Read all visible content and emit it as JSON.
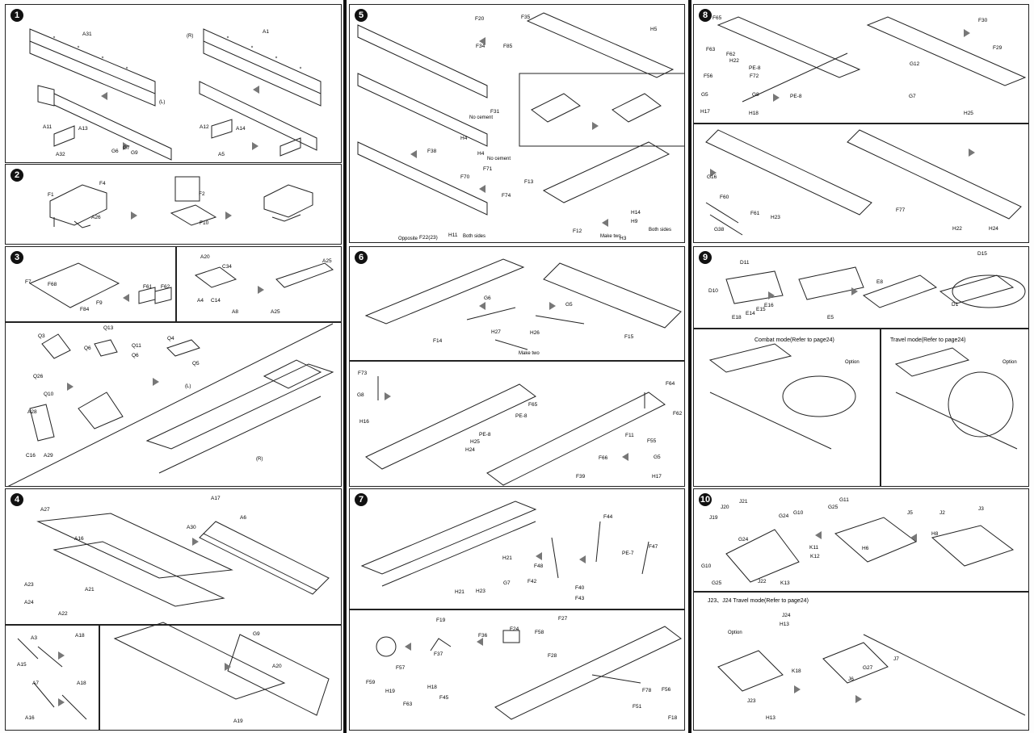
{
  "colors": {
    "ink": "#111111",
    "paper": "#ffffff",
    "arrow": "#777777"
  },
  "icons": {
    "step_badge": "filled-circle-number",
    "assembly_arrow": "gray-triangle-arrow",
    "option_marker": "filled-circle-dot"
  },
  "steps": [
    {
      "num": "1",
      "labels": [
        "A31",
        "A1",
        "A11",
        "A13",
        "A32",
        "G6",
        "G7",
        "G9",
        "A12",
        "A14",
        "A5"
      ],
      "notes": [
        "(L)",
        "(R)"
      ]
    },
    {
      "num": "2",
      "labels": [
        "F1",
        "F4",
        "A26",
        "F2",
        "F10"
      ]
    },
    {
      "num": "3",
      "labels": [
        "F7",
        "F68",
        "F84",
        "F9",
        "F61",
        "F62",
        "A20",
        "C34",
        "A4",
        "C14",
        "A8",
        "A25",
        "A25",
        "Q3",
        "Q13",
        "Q11",
        "Q6",
        "Q6",
        "Q4",
        "Q5",
        "Q26",
        "Q10",
        "A28",
        "C16",
        "A29"
      ],
      "notes": [
        "(L)",
        "(R)"
      ]
    },
    {
      "num": "4",
      "labels": [
        "A27",
        "A16",
        "A23",
        "A21",
        "A24",
        "A22",
        "A17",
        "A6",
        "A30",
        "A3",
        "A18",
        "A15",
        "A7",
        "A18",
        "A16",
        "G9",
        "A20",
        "A19"
      ]
    },
    {
      "num": "5",
      "labels": [
        "F20",
        "F35",
        "F34",
        "F85",
        "H5",
        "F31",
        "H4",
        "F38",
        "F71",
        "F70",
        "F74",
        "H4",
        "H11",
        "F22(23)",
        "F13",
        "F12",
        "H14",
        "H9",
        "H3"
      ],
      "notes": [
        "No cement",
        "No cement",
        "Opposite",
        "Both sides",
        "Make two",
        "Both sides"
      ]
    },
    {
      "num": "6",
      "labels": [
        "G6",
        "G5",
        "H27",
        "H26",
        "F14",
        "F15",
        "F73",
        "G8",
        "H16",
        "F65",
        "PE-8",
        "PE-8",
        "H25",
        "H24",
        "F11",
        "F55",
        "F64",
        "F62",
        "F66",
        "G5",
        "F39",
        "H17"
      ],
      "notes": [
        "Make two"
      ]
    },
    {
      "num": "7",
      "labels": [
        "H21",
        "H21",
        "H23",
        "G7",
        "F44",
        "PE-7",
        "F47",
        "F48",
        "F42",
        "F40",
        "F43",
        "F19",
        "F24",
        "F27",
        "F36",
        "F58",
        "F37",
        "F28",
        "F57",
        "F59",
        "H19",
        "H18",
        "F45",
        "F63",
        "F78",
        "F56",
        "F51",
        "F18"
      ]
    },
    {
      "num": "8",
      "labels": [
        "F65",
        "F63",
        "F62",
        "H22",
        "PE-8",
        "F56",
        "G5",
        "H17",
        "F72",
        "G8",
        "H18",
        "PE-8",
        "G12",
        "G7",
        "F30",
        "F29",
        "H25",
        "G16",
        "F60",
        "G38",
        "F61",
        "H23",
        "F77",
        "H22",
        "H24"
      ]
    },
    {
      "num": "9",
      "labels": [
        "D11",
        "D10",
        "D15",
        "D1",
        "E18",
        "E14",
        "E15",
        "E16",
        "E5",
        "E8"
      ],
      "notes": [
        "Combat mode(Refer to page24)",
        "Travel mode(Refer to page24)",
        "Option",
        "Option"
      ]
    },
    {
      "num": "10",
      "labels": [
        "J19",
        "J20",
        "J21",
        "G24",
        "G10",
        "G25",
        "G11",
        "J5",
        "J2",
        "J3",
        "K11",
        "K12",
        "H8",
        "H6",
        "G24",
        "G10",
        "G25",
        "J22",
        "K13"
      ],
      "notes": [
        "J23、J24 Travel mode(Refer to page24)",
        "Option",
        "J24",
        "H13",
        "K18",
        "J23",
        "H13",
        "J6",
        "G27",
        "J7"
      ]
    }
  ]
}
